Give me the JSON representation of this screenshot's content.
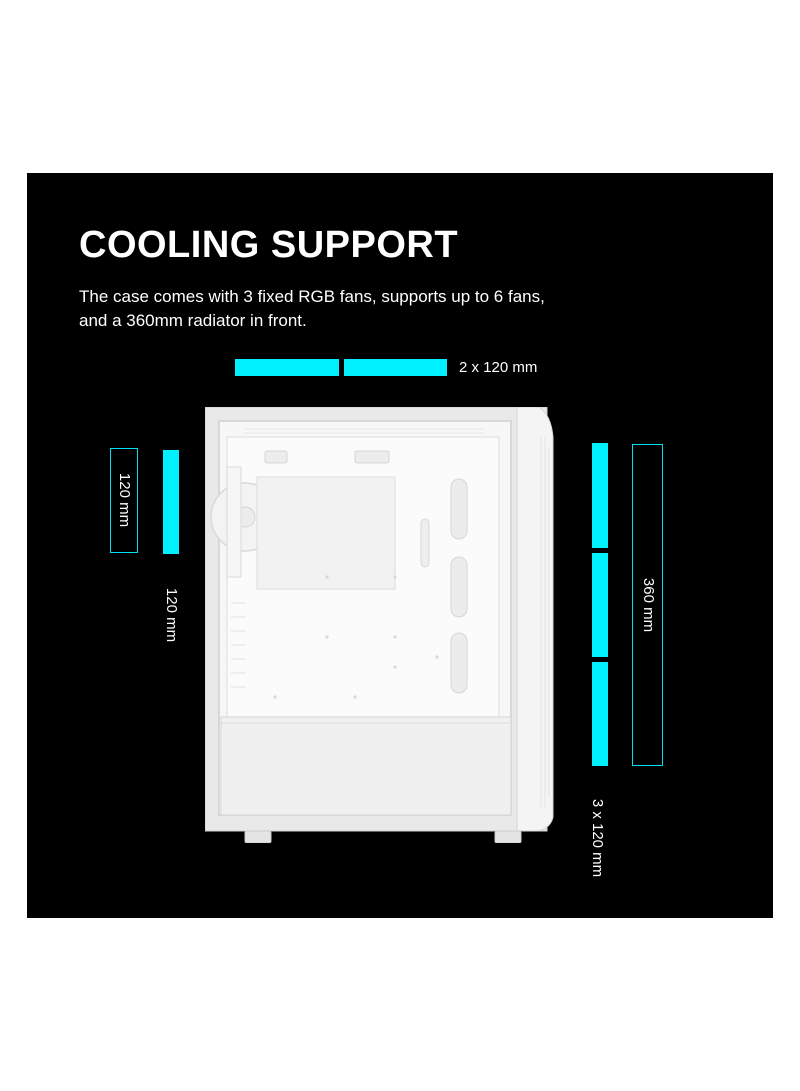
{
  "heading": "COOLING SUPPORT",
  "description": {
    "line1": "The case comes with 3 fixed RGB fans, supports up to 6 fans,",
    "line2": "and a 360mm radiator in front."
  },
  "labels": {
    "top_fans": "2 x 120 mm",
    "rear_bracket": "120 mm",
    "rear_fan": "120 mm",
    "front_radiator": "360 mm",
    "front_fans": "3 x 120 mm"
  },
  "colors": {
    "accent": "#00f0ff",
    "panel_bg": "#000000",
    "page_bg": "#ffffff",
    "case_body": "#f2f2f2"
  },
  "image": {
    "subject": "white-pc-case-side-view"
  }
}
